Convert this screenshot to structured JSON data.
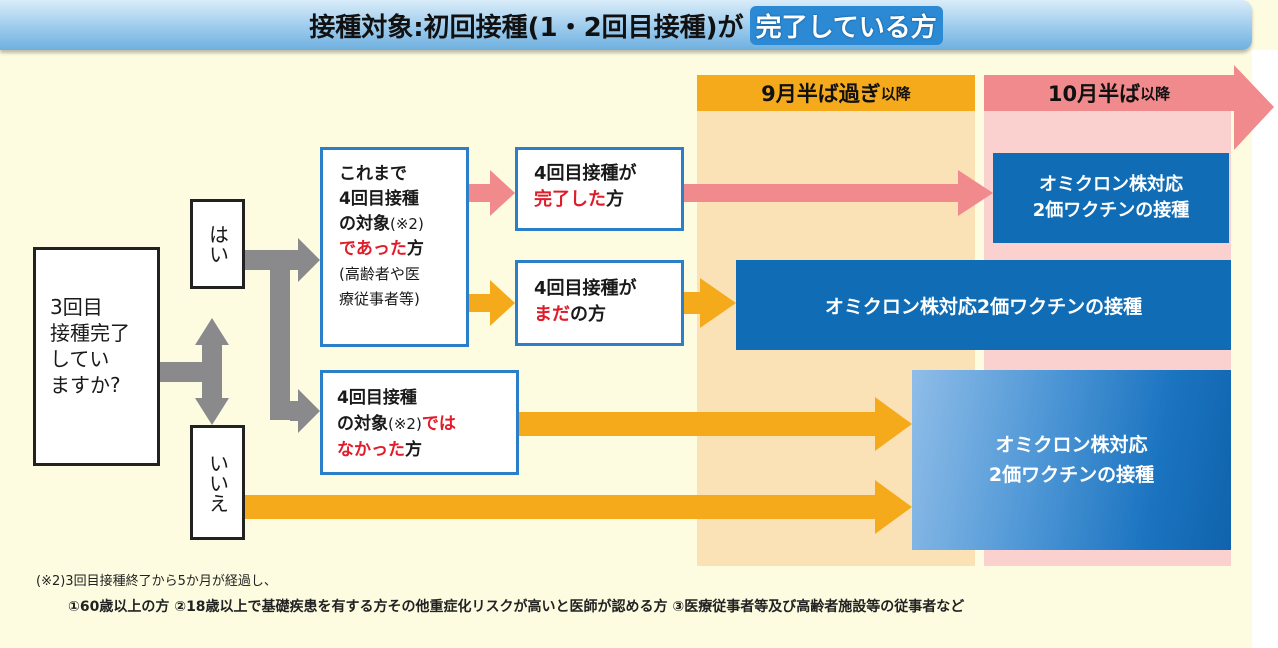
{
  "header": {
    "title_prefix": "接種対象:初回接種(1・2回目接種)が",
    "title_highlight": "完了している方"
  },
  "columns": {
    "sep_main": "9月半ば過ぎ",
    "sep_suffix": "以降",
    "oct_main": "10月半ば",
    "oct_suffix": "以降"
  },
  "question": {
    "lines": [
      "3回目",
      "接種完了",
      "してい",
      "ますか?"
    ]
  },
  "yes_label": "はい",
  "no_label": "いいえ",
  "was_target": {
    "line1": "これまで",
    "line2": "4回目接種",
    "line3": "の対象",
    "note": "(※2)",
    "line4_red": "であった",
    "line4_rest": "方",
    "sub1": "(高齢者や医",
    "sub2": "療従事者等)"
  },
  "done": {
    "line1": "4回目接種が",
    "line2_red": "完了した",
    "line2_rest": "方"
  },
  "notyet": {
    "line1": "4回目接種が",
    "line2_red": "まだ",
    "line2_rest": "の方"
  },
  "not_target": {
    "line1": "4回目接種",
    "line2": "の対象",
    "note": "(※2)",
    "line2_red": "では",
    "line3_red": "なかった",
    "line3_rest": "方"
  },
  "vaccine_1": {
    "line1": "オミクロン株対応",
    "line2": "2価ワクチンの接種"
  },
  "vaccine_2": {
    "text": "オミクロン株対応2価ワクチンの接種"
  },
  "vaccine_3": {
    "line1": "オミクロン株対応",
    "line2": "2価ワクチンの接種"
  },
  "footnote": "(※2)3回目接種終了から5か月が経過し、",
  "criteria": "①60歳以上の方 ②18歳以上で基礎疾患を有する方その他重症化リスクが高いと医師が認める方 ③医療従事者等及び高齢者施設等の従事者など",
  "colors": {
    "orange": "#f5aa1b",
    "pink": "#f18a8c",
    "gray": "#8a8a8c",
    "blue": "#0f6cb5",
    "red": "#e11c2a"
  }
}
